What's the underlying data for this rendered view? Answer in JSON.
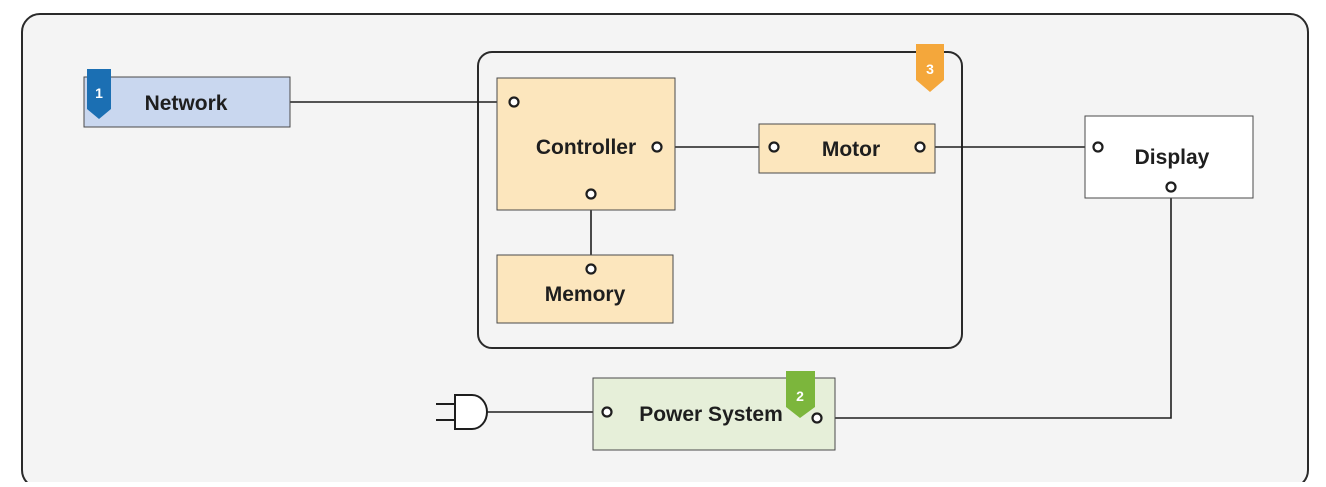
{
  "diagram": {
    "nodes": {
      "network": {
        "label": "Network",
        "badge": "1",
        "fill": "#c9d7ef",
        "badge_color": "#1b6fb3"
      },
      "controller": {
        "label": "Controller",
        "fill": "#fce6bd"
      },
      "memory": {
        "label": "Memory",
        "fill": "#fce6bd"
      },
      "motor": {
        "label": "Motor",
        "fill": "#fce6bd"
      },
      "display": {
        "label": "Display",
        "fill": "#ffffff"
      },
      "power_system": {
        "label": "Power System",
        "badge": "2",
        "fill": "#e6efd9",
        "badge_color": "#7cb63c"
      }
    },
    "groups": {
      "main_unit": {
        "badge": "3",
        "badge_color": "#f4a73b"
      }
    },
    "plug_icon": "power-plug-icon",
    "edges": [
      {
        "from": "network",
        "to": "controller"
      },
      {
        "from": "controller",
        "to": "motor"
      },
      {
        "from": "controller",
        "to": "memory"
      },
      {
        "from": "motor",
        "to": "display"
      },
      {
        "from": "power_plug",
        "to": "power_system"
      },
      {
        "from": "power_system",
        "to": "display"
      }
    ]
  }
}
